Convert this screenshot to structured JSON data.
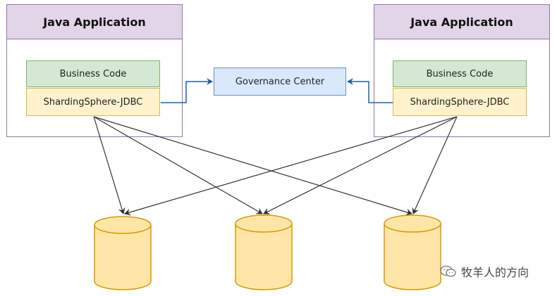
{
  "apps": [
    {
      "title": "Java Application",
      "business": "Business Code",
      "jdbc": "ShardingSphere-JDBC"
    },
    {
      "title": "Java Application",
      "business": "Business Code",
      "jdbc": "ShardingSphere-JDBC"
    }
  ],
  "governance": {
    "label": "Governance Center"
  },
  "databases": [
    {},
    {},
    {}
  ],
  "watermark": {
    "text": "牧羊人的方向",
    "icon": "wechat-icon"
  },
  "colors": {
    "app_border": "#9673a6",
    "app_header": "#e1d5e7",
    "business_fill": "#d5e8d4",
    "business_border": "#82b366",
    "jdbc_fill": "#fff2cc",
    "jdbc_border": "#d6b656",
    "gov_fill": "#dae8fc",
    "gov_border": "#6c8ebf",
    "db_fill": "#ffe6a8",
    "db_border": "#d79b00",
    "link_blue": "#1a5fb4",
    "link_dark": "#333333"
  }
}
